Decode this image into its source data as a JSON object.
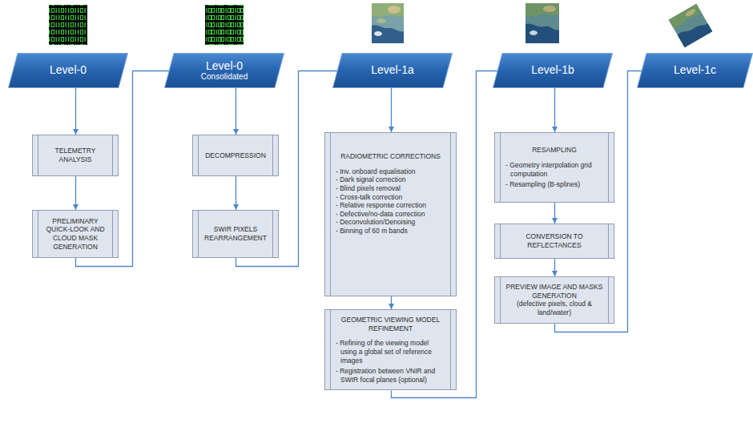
{
  "diagram": {
    "nodes": [
      {
        "text": [
          "Level-0"
        ]
      },
      {
        "text": [
          "TELEMETRY ANALYSIS"
        ]
      },
      {
        "text": [
          "PRELIMINARY QUICK-LOOK AND CLOUD MASK GENERATION"
        ]
      },
      {
        "text": [
          "Level-0",
          "Consolidated"
        ]
      },
      {
        "text": [
          "DECOMPRESSION"
        ]
      },
      {
        "text": [
          "SWIR PIXELS REARRANGEMENT"
        ]
      },
      {
        "text": [
          "Level-1a"
        ]
      },
      {
        "text": [
          "RADIOMETRIC CORRECTIONS",
          "- Inv. onboard equalisation",
          "- Dark signal correction",
          "- Blind pixels removal",
          "- Cross-talk correction",
          "- Relative response correction",
          "- Defective/no-data correction",
          "- Deconvolution/Denoising",
          "- Binning of 60 m bands"
        ]
      },
      {
        "text": [
          "GEOMETRIC VIEWING MODEL REFINEMENT",
          "- Refining of the viewing model using a global set of reference images",
          "- Registration between VNIR and SWIR focal planes (optional)"
        ]
      },
      {
        "text": [
          "Level-1b"
        ]
      },
      {
        "text": [
          "RESAMPLING",
          "- Geometry interpolation grid computation",
          "- Resampling (B-splines)"
        ]
      },
      {
        "text": [
          "CONVERSION TO REFLECTANCES"
        ]
      },
      {
        "text": [
          "PREVIEW IMAGE AND MASKS GENERATION",
          "(defective pixels, cloud & land/water)"
        ]
      },
      {
        "text": [
          "Level-1c"
        ]
      }
    ],
    "edges": [
      {
        "from": 0,
        "to": 1,
        "arrow": "to"
      },
      {
        "from": 1,
        "to": 2,
        "arrow": "to"
      },
      {
        "from": 2,
        "to": 3,
        "arrow": "none"
      },
      {
        "from": 3,
        "to": 4,
        "arrow": "to"
      },
      {
        "from": 4,
        "to": 5,
        "arrow": "to"
      },
      {
        "from": 5,
        "to": 6,
        "arrow": "none"
      },
      {
        "from": 6,
        "to": 7,
        "arrow": "to"
      },
      {
        "from": 7,
        "to": 8,
        "arrow": "to"
      },
      {
        "from": 8,
        "to": 9,
        "arrow": "none"
      },
      {
        "from": 9,
        "to": 10,
        "arrow": "to"
      },
      {
        "from": 10,
        "to": 11,
        "arrow": "to"
      },
      {
        "from": 11,
        "to": 12,
        "arrow": "to"
      },
      {
        "from": 12,
        "to": 13,
        "arrow": "none"
      }
    ]
  }
}
